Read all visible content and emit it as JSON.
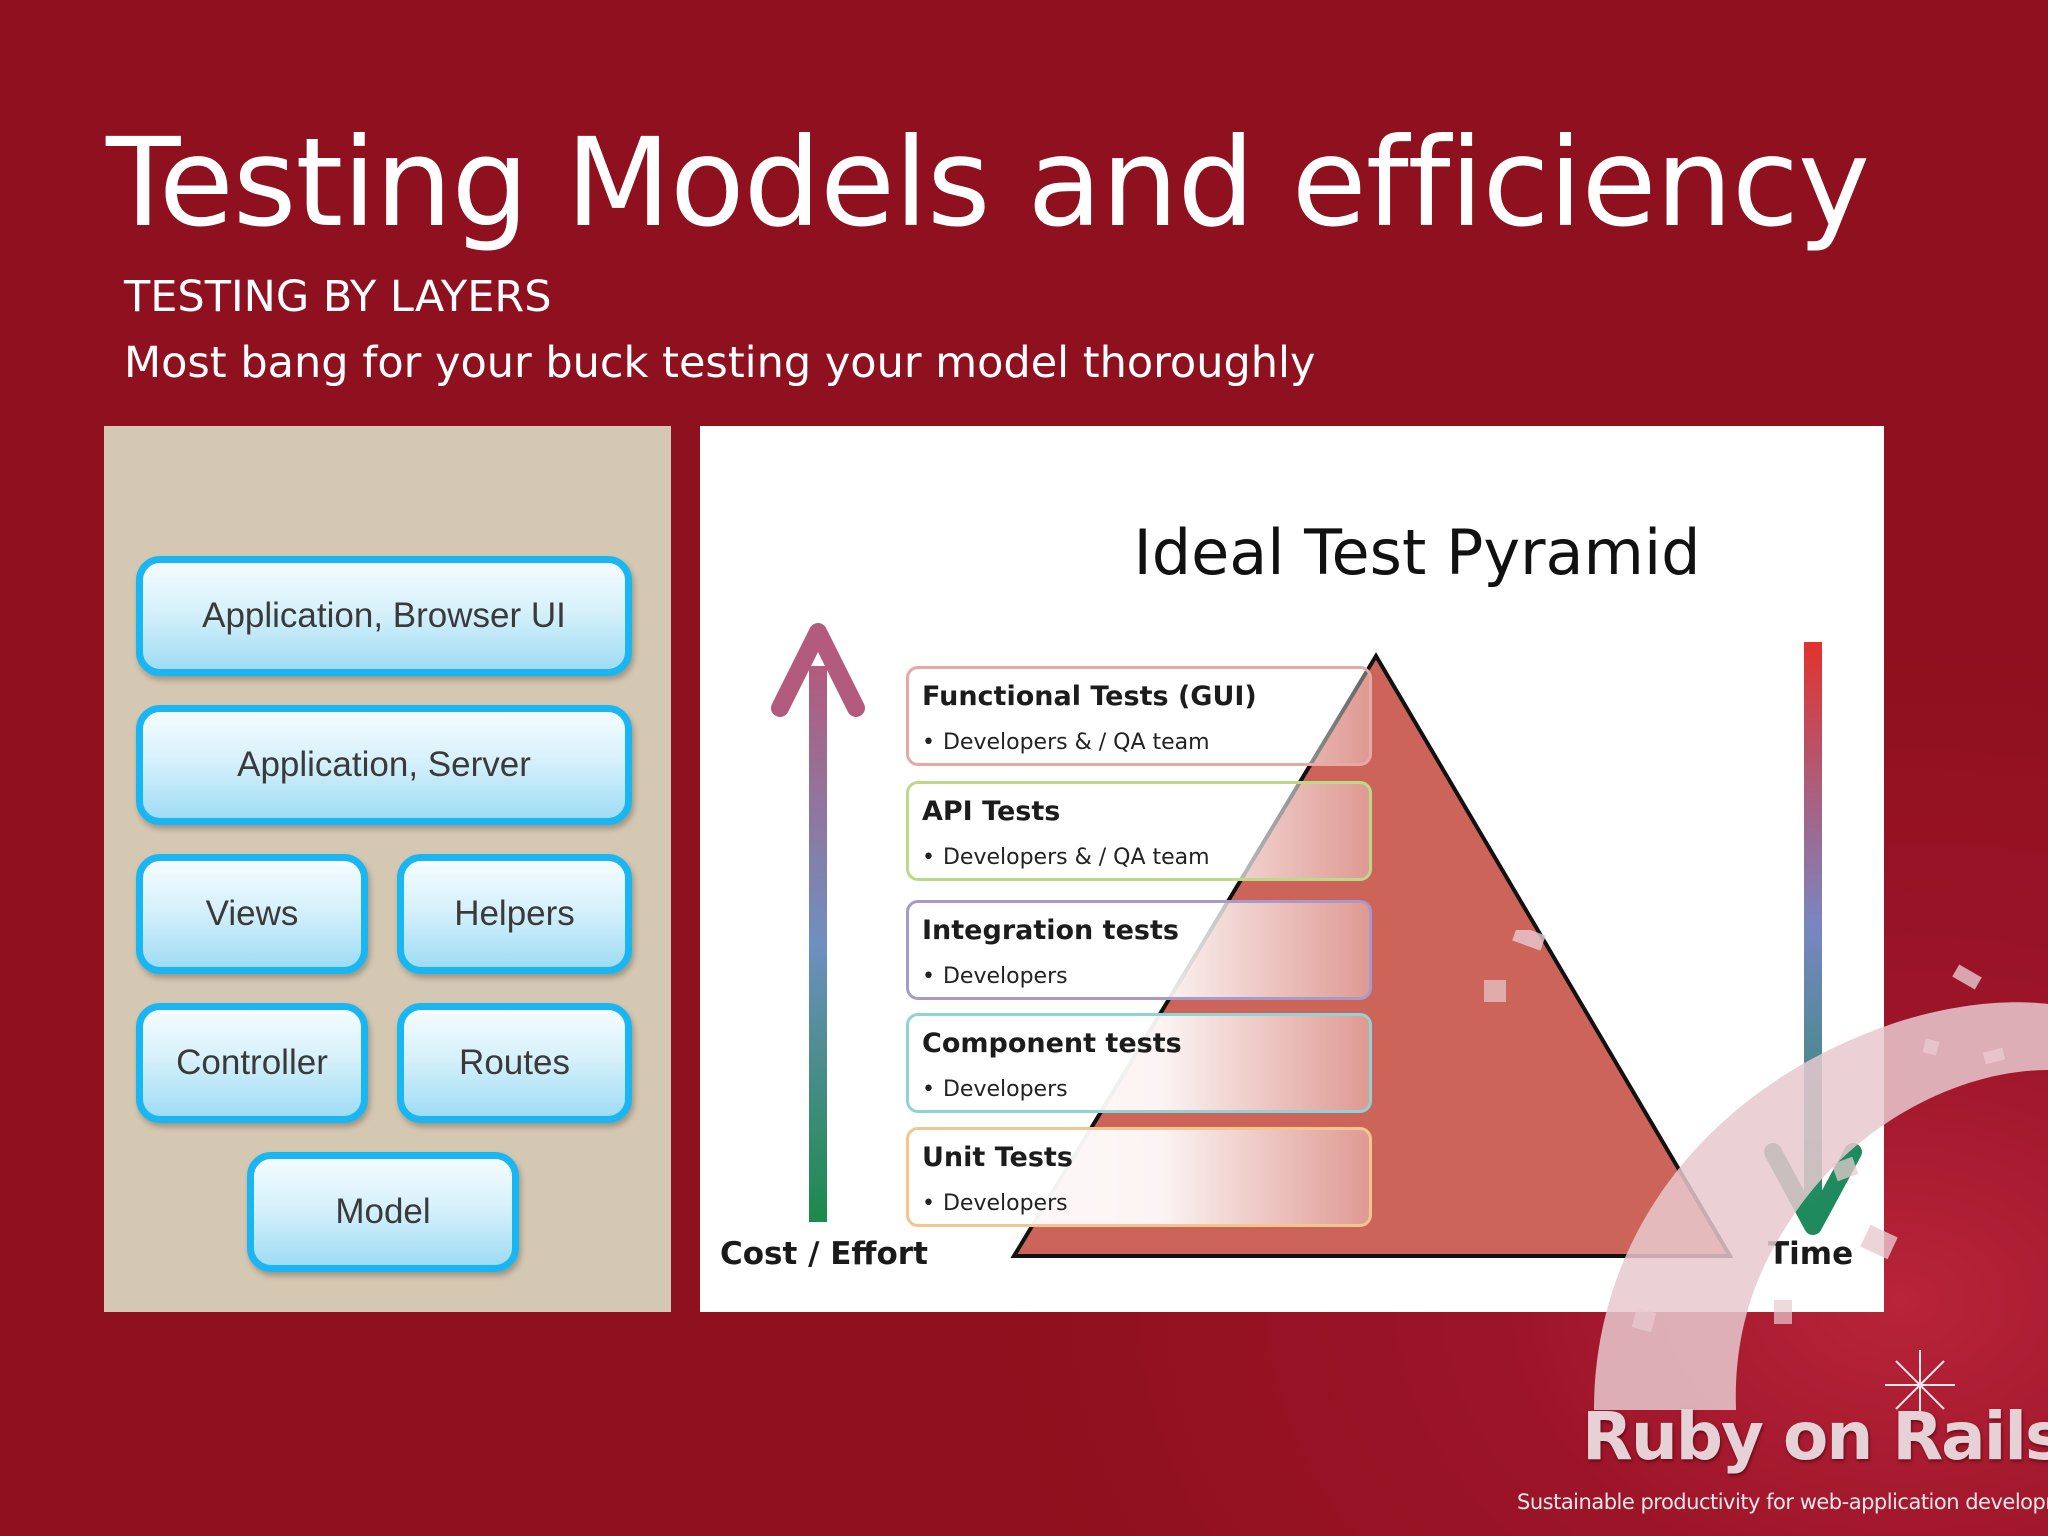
{
  "slide": {
    "title": "Testing Models and efficiency",
    "subtitle": "TESTING BY LAYERS",
    "tagline": "Most bang for your buck testing your model thoroughly"
  },
  "layers": [
    {
      "label": "Application, Browser UI"
    },
    {
      "label": "Application, Server"
    },
    {
      "label": "Views"
    },
    {
      "label": "Helpers"
    },
    {
      "label": "Controller"
    },
    {
      "label": "Routes"
    },
    {
      "label": "Model"
    }
  ],
  "pyramid": {
    "title": "Ideal Test Pyramid",
    "tiers": [
      {
        "title": "Functional Tests (GUI)",
        "audience": "Developers & / QA team",
        "border_color": "#e6a9a4"
      },
      {
        "title": "API Tests",
        "audience": "Developers & / QA team",
        "border_color": "#bcd98a"
      },
      {
        "title": "Integration tests",
        "audience": "Developers",
        "border_color": "#a79ac8"
      },
      {
        "title": "Component tests",
        "audience": "Developers",
        "border_color": "#8fd3d6"
      },
      {
        "title": "Unit Tests",
        "audience": "Developers",
        "border_color": "#f3c58f"
      }
    ],
    "left_axis_label": "Cost / Effort",
    "right_axis_label": "Time",
    "triangle_color": "#cd6459"
  },
  "logo": {
    "name": "Ruby on Rails",
    "tagline": "Sustainable productivity for web-application development"
  },
  "colors": {
    "background": "#8f101e",
    "layer_border": "#1ab6f2",
    "layer_panel": "#d5c8b2"
  }
}
